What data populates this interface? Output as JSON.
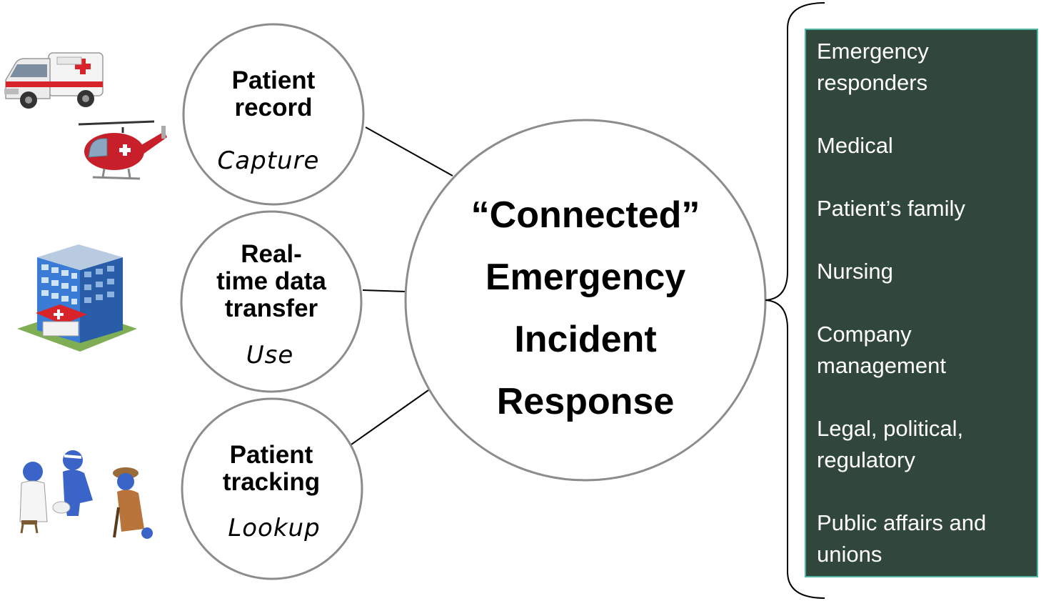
{
  "center": {
    "line1": "“Connected”",
    "line2": "Emergency",
    "line3": "Incident",
    "line4": "Response"
  },
  "stages": [
    {
      "title_lines": [
        "Patient",
        "record"
      ],
      "mode": "Capture",
      "icon": "ambulance-and-helicopter-icon"
    },
    {
      "title_lines": [
        "Real-",
        "time data",
        "transfer"
      ],
      "mode": "Use",
      "icon": "hospital-building-icon"
    },
    {
      "title_lines": [
        "Patient",
        "tracking"
      ],
      "mode": "Lookup",
      "icon": "patients-with-doctor-icon"
    }
  ],
  "stakeholders": [
    "Emergency responders",
    "Medical",
    "Patient’s family",
    "Nursing",
    "Company management",
    "Legal, political, regulatory",
    "Public affairs and unions"
  ],
  "colors": {
    "panel_background": "#32473b",
    "panel_border": "#4fb3a0",
    "circle_stroke": "#8c8c8c",
    "ambulance_red": "#d8232a",
    "helicopter_red": "#c8202a",
    "building_blue": "#3a7bd5",
    "figure_blue": "#3a64c8",
    "figure_brown": "#b8743a"
  }
}
